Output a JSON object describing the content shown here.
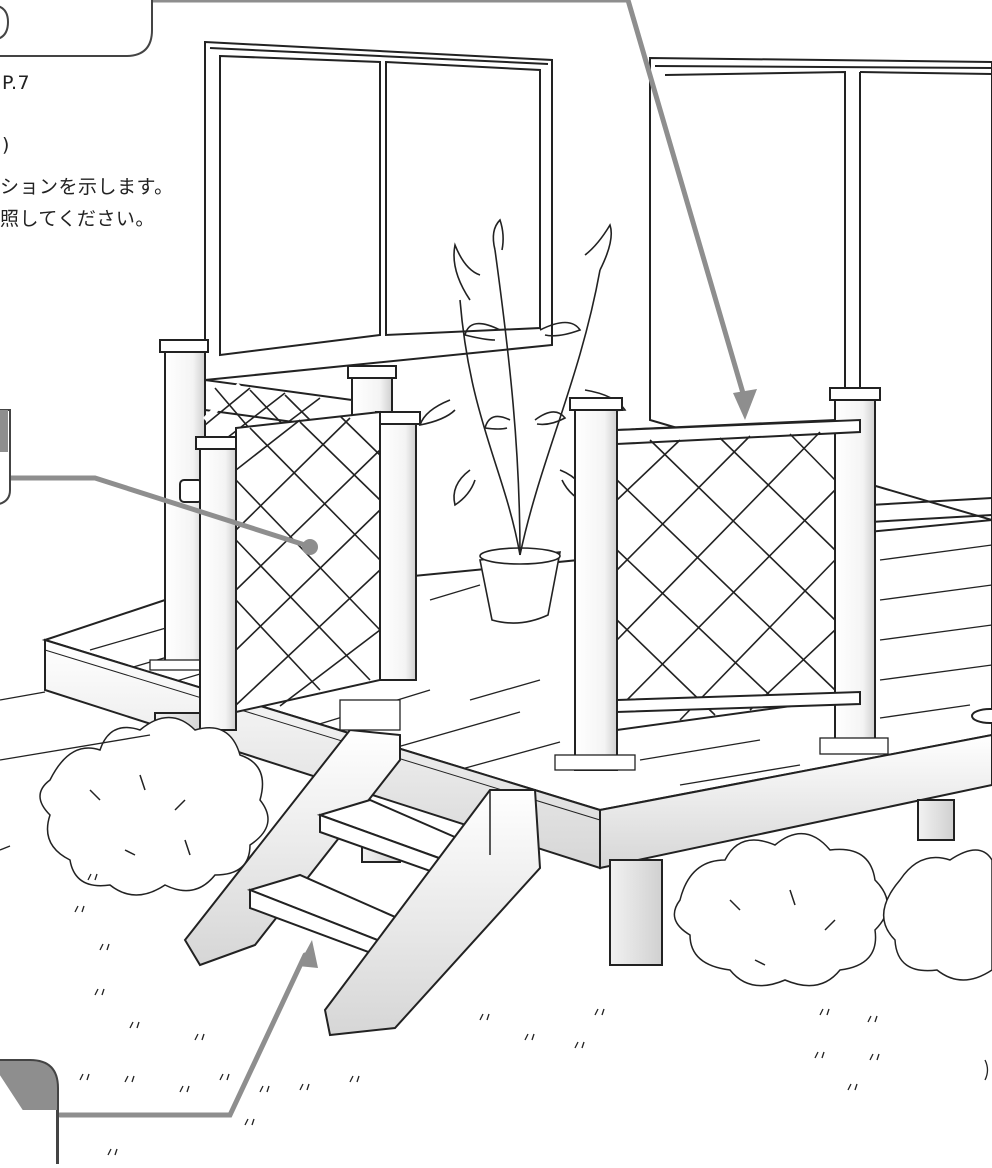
{
  "notes": {
    "line1": "P.7",
    "line2": ")",
    "line3": "ションを示します。",
    "line4": "照してください。"
  },
  "colors": {
    "line": "#222222",
    "leader": "#8e8e8e",
    "house": "#ffffff"
  }
}
